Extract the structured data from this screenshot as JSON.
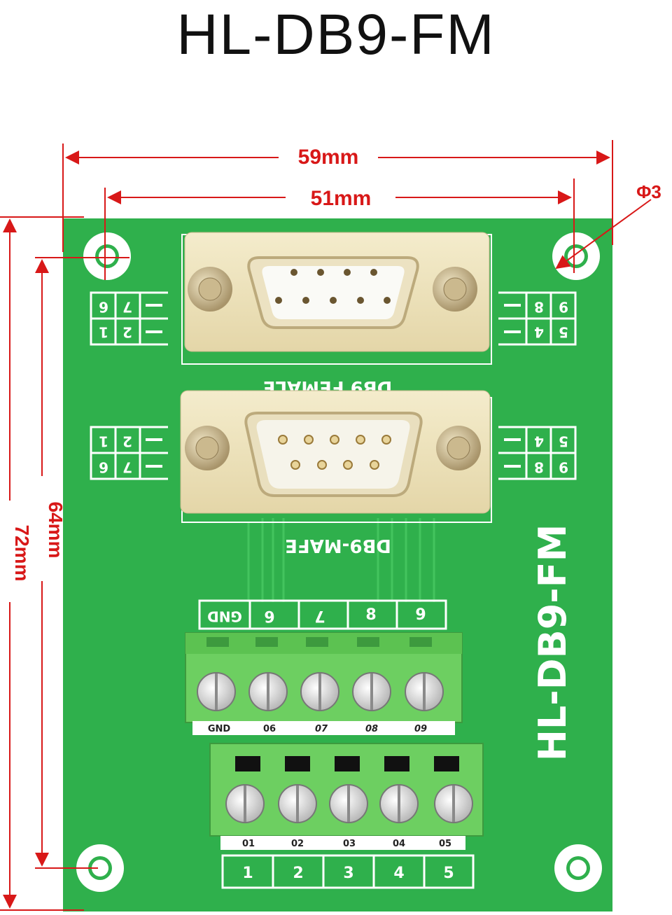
{
  "title": "HL-DB9-FM",
  "dimensions": {
    "width_outer": "59mm",
    "width_inner": "51mm",
    "hole": "Φ3",
    "height_inner": "64mm",
    "height_outer": "72mm"
  },
  "board": {
    "vertical_label": "HL-DB9-FM",
    "color": "#2fb04c",
    "female_connector_label": "DB9 FEMALE",
    "male_connector_label": "DB9-MAFE",
    "female_left_pins": [
      [
        "7",
        "6"
      ],
      [
        "2",
        "1"
      ]
    ],
    "female_right_pins": [
      [
        "8",
        "9"
      ],
      [
        "4",
        "5"
      ]
    ],
    "male_left_pins": [
      [
        "2",
        "1"
      ],
      [
        "7",
        "6"
      ]
    ],
    "male_right_pins": [
      [
        "4",
        "5"
      ],
      [
        "8",
        "9"
      ]
    ],
    "top_header": [
      "GND",
      "6",
      "7",
      "8",
      "9"
    ],
    "top_block_labels": [
      "GND",
      "06",
      "07",
      "08",
      "09"
    ],
    "bottom_block_labels": [
      "01",
      "02",
      "03",
      "04",
      "05"
    ],
    "bottom_header": [
      "1",
      "2",
      "3",
      "4",
      "5"
    ]
  }
}
